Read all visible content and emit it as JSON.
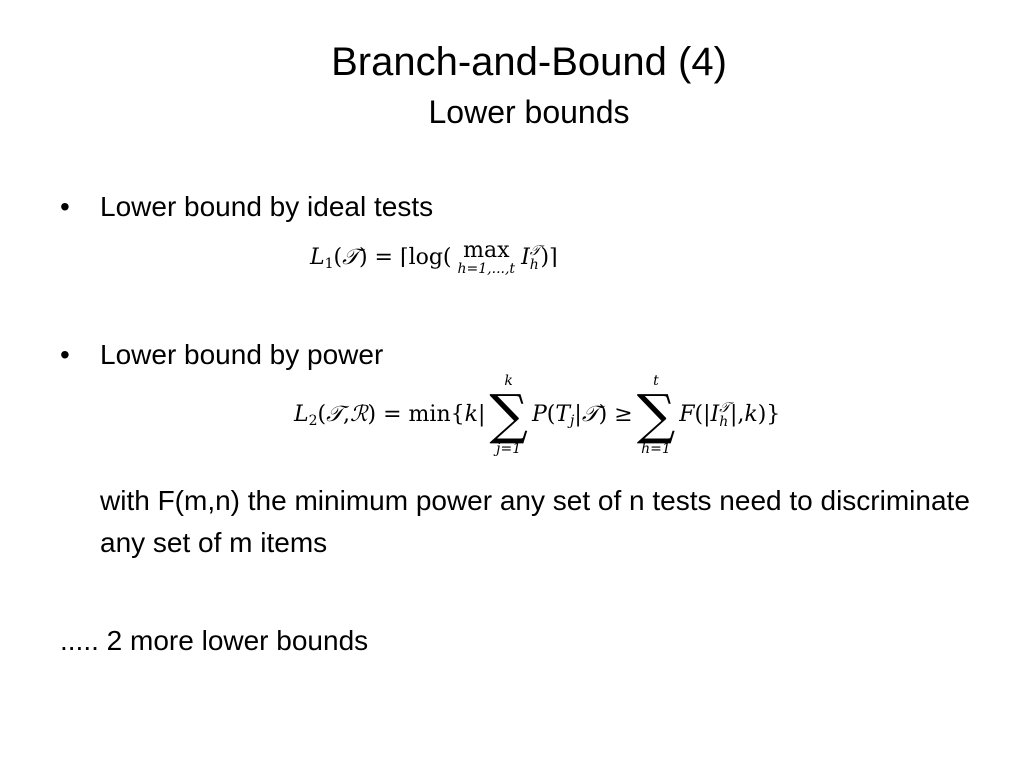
{
  "slide": {
    "title": "Branch-and-Bound (4)",
    "subtitle": "Lower bounds"
  },
  "bullets": [
    {
      "marker": "•",
      "text": "Lower bound by ideal tests"
    },
    {
      "marker": "•",
      "text": "Lower bound by power"
    }
  ],
  "formulas": {
    "l1": "L₁(𝒯) = ⌈log( max I_h^𝒯 )⌉",
    "l1_limit": "h=1,...,t",
    "l2": "L₂(𝒯, ℛ) = min{k| Σ P(T_j|𝒯) ≥ Σ F(|I_h^𝒯|, k)}",
    "l2_sum1_upper": "k",
    "l2_sum1_lower": "j=1",
    "l2_sum2_upper": "t",
    "l2_sum2_lower": "h=1"
  },
  "explanation": "with F(m,n) the minimum power any set of n tests need to discriminate any set of m items",
  "footer": "..... 2 more lower bounds"
}
